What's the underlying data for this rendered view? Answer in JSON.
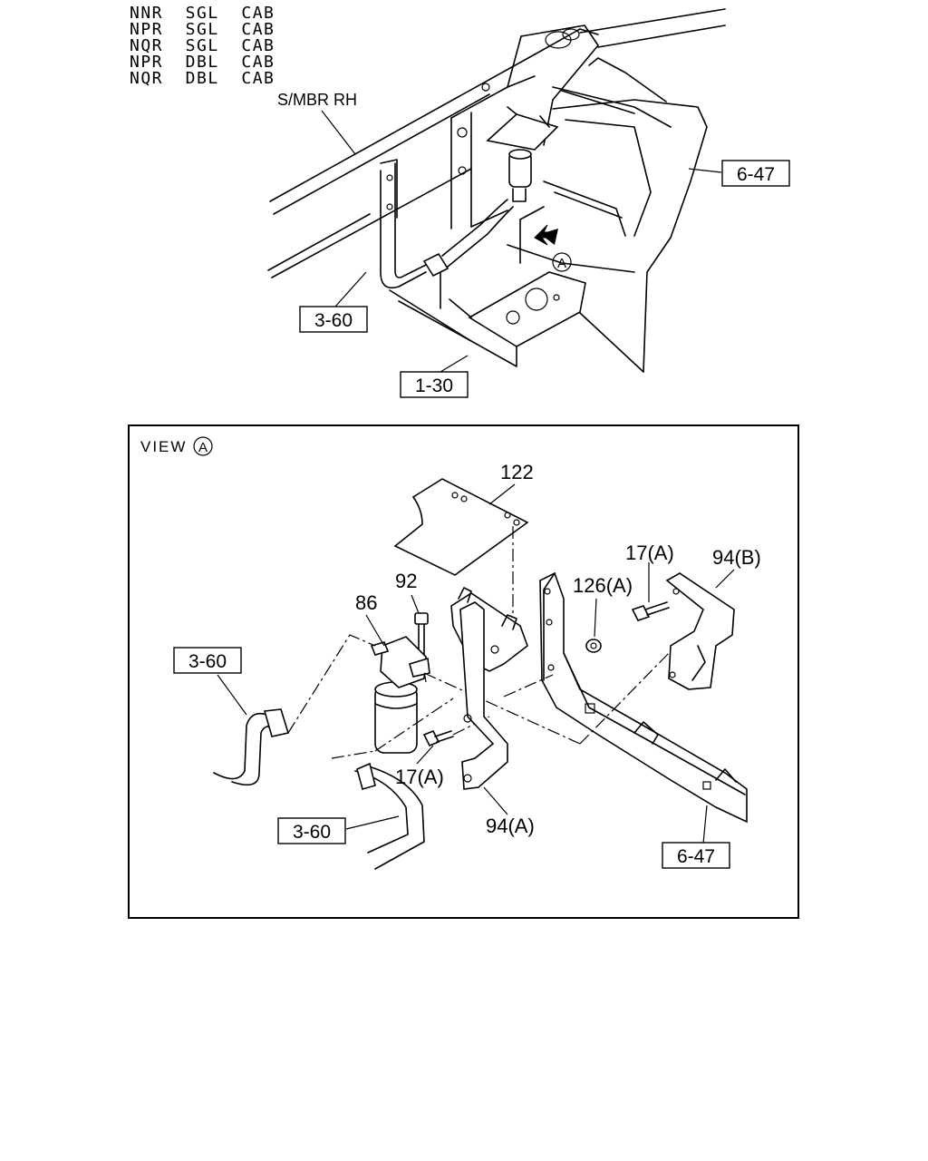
{
  "models": [
    "NNR  SGL  CAB",
    "NPR  SGL  CAB",
    "NQR  SGL  CAB",
    "NPR  DBL  CAB",
    "NQR  DBL  CAB"
  ],
  "top_view": {
    "member_label": "S/MBR RH",
    "view_marker": "A",
    "refs": {
      "ref_6_47": "6-47",
      "ref_3_60": "3-60",
      "ref_1_30": "1-30"
    }
  },
  "view_a": {
    "title": "VIEW",
    "marker": "A",
    "parts": {
      "p122": "122",
      "p92": "92",
      "p86": "86",
      "p17a_top": "17(A)",
      "p94b": "94(B)",
      "p126a": "126(A)",
      "p17a_bottom": "17(A)",
      "p94a": "94(A)"
    },
    "refs": {
      "ref_3_60_upper": "3-60",
      "ref_3_60_lower": "3-60",
      "ref_6_47": "6-47"
    }
  }
}
